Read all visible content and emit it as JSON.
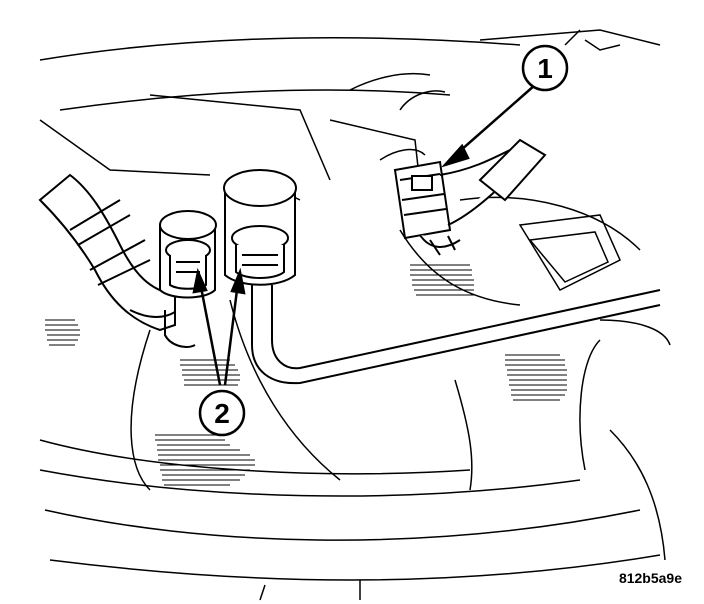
{
  "callouts": [
    {
      "label": "1"
    },
    {
      "label": "2"
    }
  ],
  "figure_id": "812b5a9e",
  "colors": {
    "line": "#000000",
    "background": "#ffffff"
  }
}
